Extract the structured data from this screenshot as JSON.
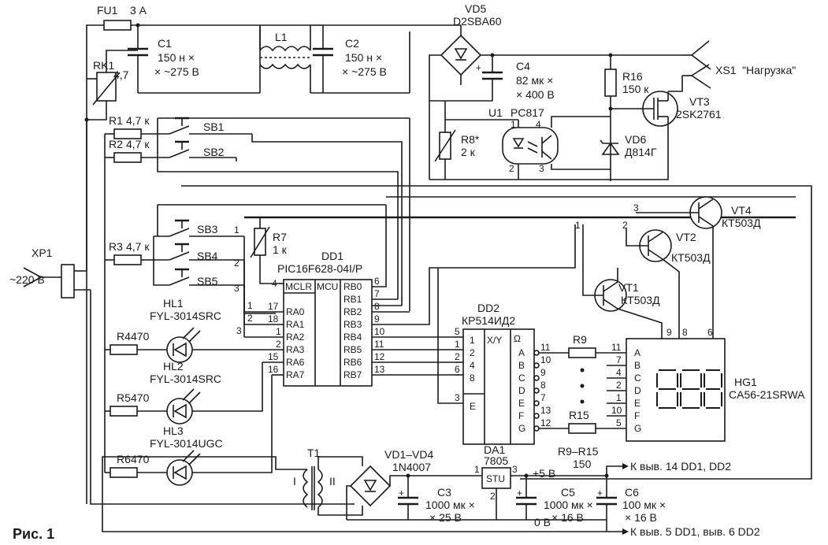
{
  "figure": {
    "caption": "Рис. 1"
  },
  "components": {
    "fuse": {
      "ref": "FU1",
      "value": "3 А"
    },
    "varistor": {
      "ref": "RK1",
      "value": "4,7"
    },
    "c1": {
      "ref": "C1",
      "value1": "150 н ×",
      "value2": "× ~275 В"
    },
    "l1": {
      "ref": "L1"
    },
    "c2": {
      "ref": "C2",
      "value1": "150 н ×",
      "value2": "× ~275 В"
    },
    "vd5": {
      "ref": "VD5",
      "value": "D2SBA60"
    },
    "c4": {
      "ref": "C4",
      "value1": "82 мк ×",
      "value2": "× 400 В"
    },
    "r16": {
      "ref": "R16",
      "value": "150 к"
    },
    "xs1": {
      "ref": "XS1",
      "value": "\"Нагрузка\""
    },
    "vt3": {
      "ref": "VT3",
      "value": "2SK2761"
    },
    "u1": {
      "ref": "U1",
      "value": "PC817"
    },
    "r8": {
      "ref": "R8*",
      "value": "2 к"
    },
    "vd6": {
      "ref": "VD6",
      "value": "Д814Г"
    },
    "r1": {
      "ref": "R1",
      "value": "4,7 к"
    },
    "r2": {
      "ref": "R2",
      "value": "4,7 к"
    },
    "r3": {
      "ref": "R3",
      "value": "4,7 к"
    },
    "sb1": {
      "ref": "SB1"
    },
    "sb2": {
      "ref": "SB2"
    },
    "sb3": {
      "ref": "SB3"
    },
    "sb4": {
      "ref": "SB4"
    },
    "sb5": {
      "ref": "SB5"
    },
    "r7": {
      "ref": "R7",
      "value": "1 к"
    },
    "xp1": {
      "ref": "XP1",
      "value": "~220 В"
    },
    "dd1": {
      "ref": "DD1",
      "value": "PIC16F628-04I/P",
      "mclr": "MCLR",
      "mcu": "MCU"
    },
    "dd2": {
      "ref": "DD2",
      "value": "КР514ИД2",
      "xy": "X/Y"
    },
    "hl1": {
      "ref": "HL1",
      "value": "FYL-3014SRC"
    },
    "hl2": {
      "ref": "HL2",
      "value": "FYL-3014SRC"
    },
    "hl3": {
      "ref": "HL3",
      "value": "FYL-3014UGC"
    },
    "r4": {
      "ref": "R4",
      "value": "470"
    },
    "r5": {
      "ref": "R5",
      "value": "470"
    },
    "r6": {
      "ref": "R6",
      "value": "470"
    },
    "vt1": {
      "ref": "VT1",
      "value": "КТ503Д"
    },
    "vt2": {
      "ref": "VT2",
      "value": "КТ503Д"
    },
    "vt4": {
      "ref": "VT4",
      "value": "КТ503Д"
    },
    "hg1": {
      "ref": "HG1",
      "value": "CA56-21SRWA"
    },
    "r9": {
      "ref": "R9"
    },
    "r15": {
      "ref": "R15"
    },
    "r9r15": {
      "ref": "R9–R15",
      "value": "150"
    },
    "t1": {
      "ref": "T1",
      "w1": "I",
      "w2": "II"
    },
    "vd1vd4": {
      "ref": "VD1–VD4",
      "value": "1N4007"
    },
    "da1": {
      "ref": "DA1",
      "value": "7805",
      "body": "STU"
    },
    "c3": {
      "ref": "C3",
      "value1": "1000 мк ×",
      "value2": "× 25 В"
    },
    "c5": {
      "ref": "C5",
      "value1": "1000 мк ×",
      "value2": "× 16 В"
    },
    "c6": {
      "ref": "C6",
      "value1": "100 мк ×",
      "value2": "× 16 В"
    }
  },
  "pins": {
    "dd1_right": [
      "RB0",
      "RB1",
      "RB2",
      "RB3",
      "RB4",
      "RB5",
      "RB6",
      "RB7"
    ],
    "dd1_right_nums": [
      "6",
      "7",
      "8",
      "9",
      "10",
      "11",
      "12",
      "13"
    ],
    "dd1_left": [
      "RA0",
      "RA1",
      "RA2",
      "RA3",
      "RA6",
      "RA7"
    ],
    "dd1_left_nums": [
      "17",
      "18",
      "1",
      "2",
      "15",
      "16"
    ],
    "dd1_mclr_num": "4",
    "dd2_inputs": [
      "1",
      "2",
      "4",
      "8"
    ],
    "dd2_input_nums": [
      "5",
      "1",
      "2",
      "6"
    ],
    "dd2_e": "E",
    "dd2_e_num": "3",
    "dd2_outputs": [
      "A",
      "B",
      "C",
      "D",
      "E",
      "F",
      "G"
    ],
    "dd2_output_nums": [
      "11",
      "10",
      "9",
      "8",
      "7",
      "13",
      "12"
    ],
    "dd2_omega": "Ω",
    "hg1_segments": [
      "A",
      "B",
      "C",
      "D",
      "E",
      "F",
      "G"
    ],
    "hg1_nums": [
      "11",
      "7",
      "4",
      "2",
      "1",
      "10",
      "5"
    ],
    "hg1_digit_nums": [
      "9",
      "8",
      "6"
    ],
    "keypad_nums": [
      "1",
      "2",
      "3"
    ],
    "ra_nums": [
      "1",
      "2",
      "3"
    ],
    "vt_nums": [
      "1",
      "2",
      "3"
    ],
    "u1_nums": [
      "1",
      "2",
      "3",
      "4"
    ],
    "da1_nums": [
      "1",
      "2",
      "3"
    ]
  },
  "rails": {
    "plus5": "+5 В",
    "zero": "0 В",
    "vcc_note": "К выв. 14 DD1, DD2",
    "gnd_note": "К выв. 5 DD1, выв. 6 DD2"
  }
}
